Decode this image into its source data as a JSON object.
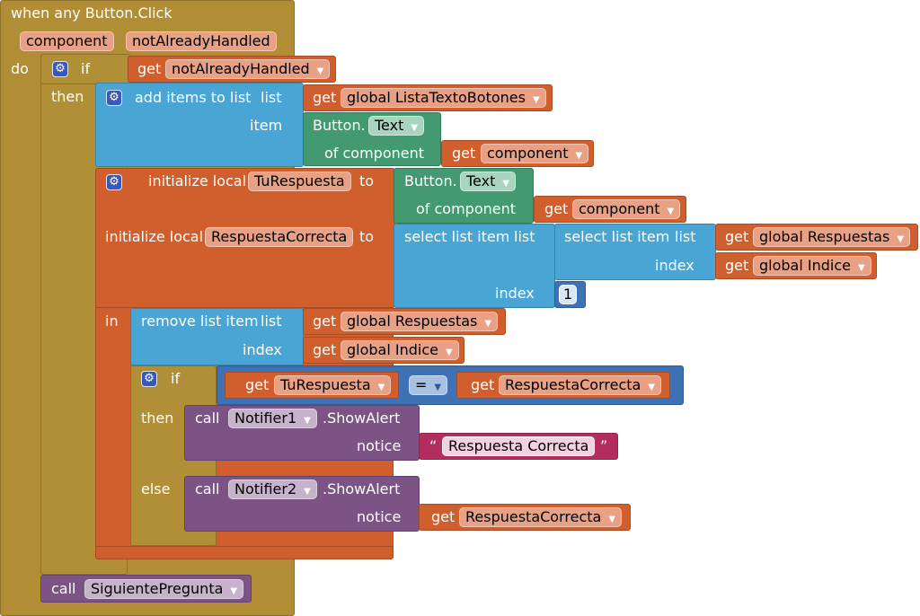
{
  "event": {
    "title": "when any Button.Click",
    "param1": "component",
    "param2": "notAlreadyHandled",
    "do_label": "do"
  },
  "if1": {
    "if_label": "if",
    "then_label": "then",
    "get_label": "get",
    "cond_var": "notAlreadyHandled"
  },
  "add_items": {
    "label": "add items to list",
    "list_label": "list",
    "item_label": "item",
    "get_label": "get",
    "list_var": "global ListaTextoBotones"
  },
  "button_text1": {
    "label": "Button.",
    "prop": "Text",
    "of_label": "of component",
    "get_label": "get",
    "var": "component"
  },
  "init_local": {
    "label1": "initialize local",
    "name1": "TuRespuesta",
    "to_label": "to",
    "label2": "initialize local",
    "name2": "RespuestaCorrecta",
    "in_label": "in"
  },
  "button_text2": {
    "label": "Button.",
    "prop": "Text",
    "of_label": "of component",
    "get_label": "get",
    "var": "component"
  },
  "select_outer": {
    "label": "select list item",
    "list_label": "list",
    "index_label": "index",
    "index_value": "1"
  },
  "select_inner": {
    "label": "select list item",
    "list_label": "list",
    "index_label": "index",
    "get_label": "get",
    "list_var": "global Respuestas",
    "index_var": "global Indice"
  },
  "remove_list": {
    "label": "remove list item",
    "list_label": "list",
    "index_label": "index",
    "get_label": "get",
    "list_var": "global Respuestas",
    "index_var": "global Indice"
  },
  "if2": {
    "if_label": "if",
    "then_label": "then",
    "else_label": "else",
    "get_label": "get",
    "left_var": "TuRespuesta",
    "op": "=",
    "right_var": "RespuestaCorrecta"
  },
  "alert1": {
    "call_label": "call",
    "component": "Notifier1",
    "method": ".ShowAlert",
    "notice_label": "notice",
    "open_quote": "“",
    "text": "Respuesta Correcta",
    "close_quote": "”"
  },
  "alert2": {
    "call_label": "call",
    "component": "Notifier2",
    "method": ".ShowAlert",
    "notice_label": "notice",
    "get_label": "get",
    "var": "RespuestaCorrecta"
  },
  "next_call": {
    "call_label": "call",
    "procedure": "SiguientePregunta"
  },
  "colors": {
    "event": "#b18e35",
    "variable": "#d05f2d",
    "list": "#49a6d4",
    "component": "#439970",
    "procedure": "#7c5385",
    "math": "#3f71b5",
    "text": "#b32d5e"
  }
}
